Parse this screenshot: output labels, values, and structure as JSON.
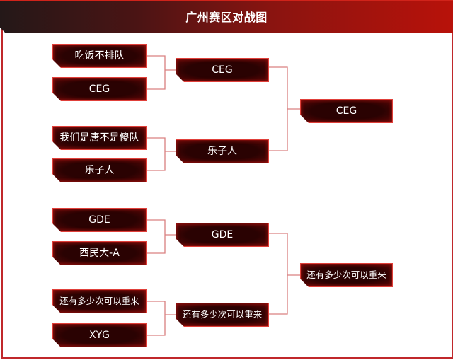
{
  "header": {
    "title": "广州赛区对战图"
  },
  "colors": {
    "accent": "#c0282b",
    "box_bg": "#2a0202",
    "line": "#d98080"
  },
  "bracket": {
    "round1": [
      {
        "name": "吃饭不排队"
      },
      {
        "name": "CEG"
      },
      {
        "name": "我们是唐不是傻队"
      },
      {
        "name": "乐子人"
      },
      {
        "name": "GDE"
      },
      {
        "name": "西民大-A"
      },
      {
        "name": "还有多少次可以重来"
      },
      {
        "name": "XYG"
      }
    ],
    "round2": [
      {
        "name": "CEG"
      },
      {
        "name": "乐子人"
      },
      {
        "name": "GDE"
      },
      {
        "name": "还有多少次可以重来"
      }
    ],
    "round3": [
      {
        "name": "CEG"
      },
      {
        "name": "还有多少次可以重来"
      }
    ]
  }
}
